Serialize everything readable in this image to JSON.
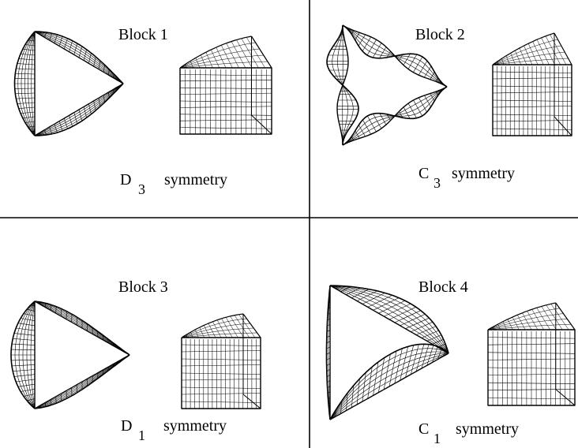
{
  "colors": {
    "ink": "#000000",
    "background": "#ffffff"
  },
  "panels": [
    {
      "title": "Block  1",
      "sym_letter": "D",
      "sym_sub": "3",
      "sym_word": "symmetry"
    },
    {
      "title": "Block  2",
      "sym_letter": "C",
      "sym_sub": "3",
      "sym_word": "symmetry"
    },
    {
      "title": "Block  3",
      "sym_letter": "D",
      "sym_sub": "1",
      "sym_word": "symmetry"
    },
    {
      "title": "Block  4",
      "sym_letter": "C",
      "sym_sub": "1",
      "sym_word": "symmetry"
    }
  ]
}
